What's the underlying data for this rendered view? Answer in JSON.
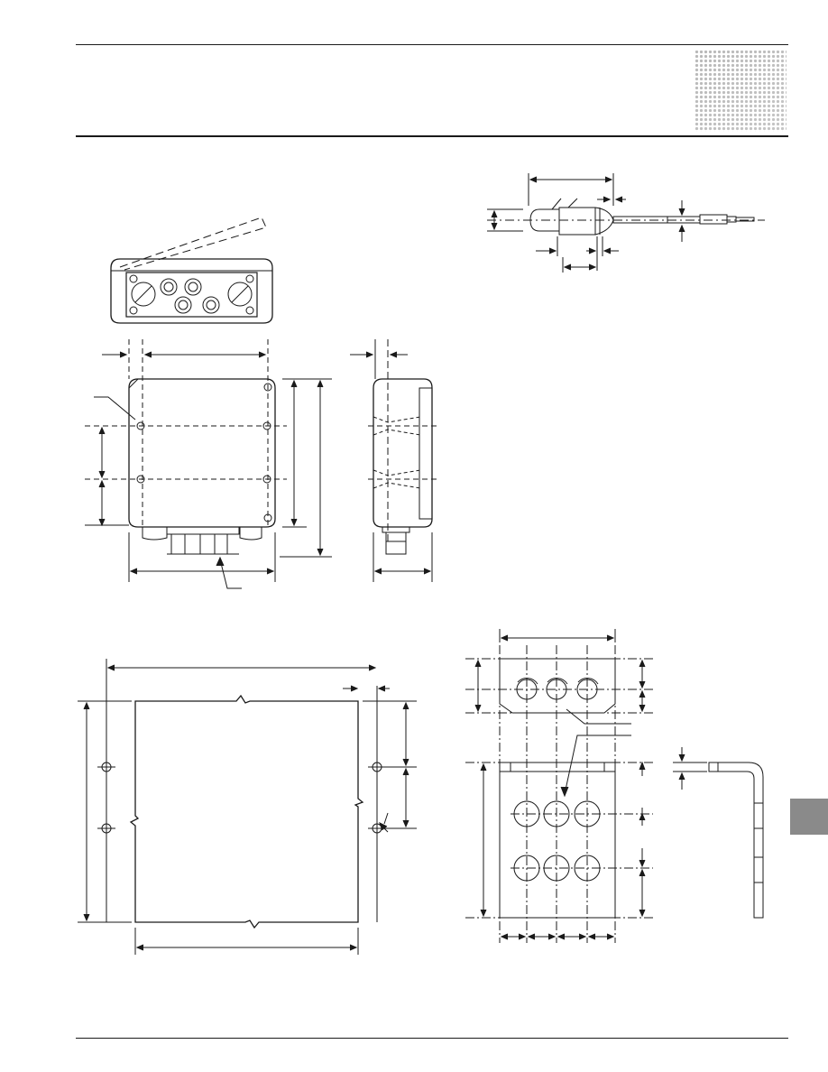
{
  "page": {
    "accent_color": "#8a8a8a",
    "line_color": "#1a1a1a"
  },
  "drawings": [
    {
      "name": "junction-box-top-view"
    },
    {
      "name": "junction-box-front-view"
    },
    {
      "name": "junction-box-side-view"
    },
    {
      "name": "sensor-probe"
    },
    {
      "name": "mounting-template"
    },
    {
      "name": "mounting-bracket-front-view"
    },
    {
      "name": "mounting-bracket-side-view"
    }
  ]
}
